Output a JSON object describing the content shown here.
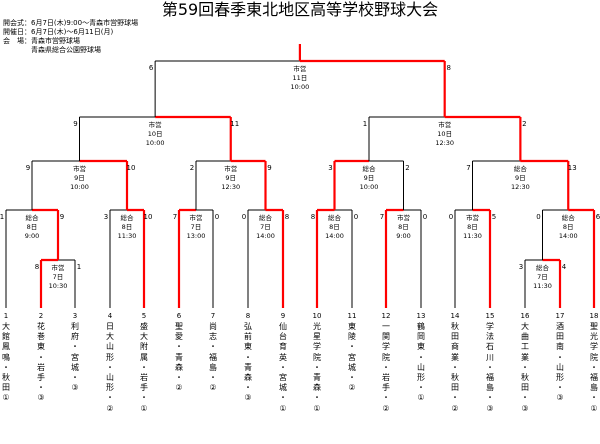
{
  "title": "第59回春季東北地区高等学校野球大会",
  "info": [
    "開会式：6月7日(木)9:00～青森市営野球場",
    "開催日：6月7日(木)～6月11日(月)",
    "会　場：青森市営野球場",
    "　　　　青森県総合公園野球場"
  ],
  "colors": {
    "win": "#ff0000",
    "lose": "#000000"
  },
  "teams": [
    {
      "no": "1",
      "chars": [
        "大",
        "館",
        "鳳",
        "鳴",
        "・",
        "秋",
        "田",
        "①"
      ]
    },
    {
      "no": "2",
      "chars": [
        "花",
        "巻",
        "東",
        "・",
        "岩",
        "手",
        "・",
        "③"
      ]
    },
    {
      "no": "3",
      "chars": [
        "利",
        "府",
        "・",
        "宮",
        "城",
        "・",
        "③"
      ]
    },
    {
      "no": "4",
      "chars": [
        "日",
        "大",
        "山",
        "形",
        "・",
        "山",
        "形",
        "・",
        "②"
      ]
    },
    {
      "no": "5",
      "chars": [
        "盛",
        "大",
        "附",
        "属",
        "・",
        "岩",
        "手",
        "・",
        "①"
      ]
    },
    {
      "no": "6",
      "chars": [
        "聖",
        "愛",
        "・",
        "青",
        "森",
        "・",
        "②"
      ]
    },
    {
      "no": "7",
      "chars": [
        "尚",
        "志",
        "・",
        "福",
        "島",
        "・",
        "②"
      ]
    },
    {
      "no": "8",
      "chars": [
        "弘",
        "前",
        "東",
        "・",
        "青",
        "森",
        "・",
        "③"
      ]
    },
    {
      "no": "9",
      "chars": [
        "仙",
        "台",
        "育",
        "英",
        "・",
        "宮",
        "城",
        "・",
        "①"
      ]
    },
    {
      "no": "10",
      "chars": [
        "光",
        "星",
        "学",
        "院",
        "・",
        "青",
        "森",
        "・",
        "①"
      ]
    },
    {
      "no": "11",
      "chars": [
        "東",
        "陵",
        "・",
        "宮",
        "城",
        "・",
        "②"
      ]
    },
    {
      "no": "12",
      "chars": [
        "一",
        "関",
        "学",
        "院",
        "・",
        "岩",
        "手",
        "・",
        "②"
      ]
    },
    {
      "no": "13",
      "chars": [
        "鶴",
        "岡",
        "東",
        "・",
        "山",
        "形",
        "・",
        "①"
      ]
    },
    {
      "no": "14",
      "chars": [
        "秋",
        "田",
        "商",
        "業",
        "・",
        "秋",
        "田",
        "・",
        "②"
      ]
    },
    {
      "no": "15",
      "chars": [
        "学",
        "法",
        "石",
        "川",
        "・",
        "福",
        "島",
        "・",
        "③"
      ]
    },
    {
      "no": "16",
      "chars": [
        "大",
        "曲",
        "工",
        "業",
        "・",
        "秋",
        "田",
        "・",
        "③"
      ]
    },
    {
      "no": "17",
      "chars": [
        "酒",
        "田",
        "南",
        "・",
        "山",
        "形",
        "・",
        "③"
      ]
    },
    {
      "no": "18",
      "chars": [
        "聖",
        "光",
        "学",
        "院",
        "・",
        "福",
        "島",
        "・",
        "①"
      ]
    }
  ],
  "matches": [
    {
      "id": "r1a",
      "lines": [
        "市営",
        "7日",
        "10:30"
      ],
      "scores": [
        "8",
        "1"
      ]
    },
    {
      "id": "r1b",
      "lines": [
        "総合",
        "7日",
        "11:30"
      ],
      "scores": [
        "3",
        "4"
      ]
    },
    {
      "id": "r2a",
      "lines": [
        "総合",
        "8日",
        "9:00"
      ],
      "scores": [
        "1",
        "9"
      ]
    },
    {
      "id": "r2b",
      "lines": [
        "総合",
        "8日",
        "11:30"
      ],
      "scores": [
        "3",
        "10"
      ]
    },
    {
      "id": "r2c",
      "lines": [
        "市営",
        "7日",
        "13:00"
      ],
      "scores": [
        "7",
        "0"
      ]
    },
    {
      "id": "r2d",
      "lines": [
        "総合",
        "7日",
        "14:00"
      ],
      "scores": [
        "0",
        "8"
      ]
    },
    {
      "id": "r2e",
      "lines": [
        "総合",
        "8日",
        "14:00"
      ],
      "scores": [
        "8",
        "0"
      ]
    },
    {
      "id": "r2f",
      "lines": [
        "市営",
        "8日",
        "9:00"
      ],
      "scores": [
        "7",
        "0"
      ]
    },
    {
      "id": "r2g",
      "lines": [
        "市営",
        "8日",
        "11:30"
      ],
      "scores": [
        "0",
        "5"
      ]
    },
    {
      "id": "r2h",
      "lines": [
        "総合",
        "8日",
        "14:00"
      ],
      "scores": [
        "0",
        "6"
      ]
    },
    {
      "id": "qfa",
      "lines": [
        "市営",
        "9日",
        "10:00"
      ],
      "scores": [
        "9",
        "10"
      ]
    },
    {
      "id": "qfb",
      "lines": [
        "市営",
        "9日",
        "12:30"
      ],
      "scores": [
        "2",
        "9"
      ]
    },
    {
      "id": "qfc",
      "lines": [
        "総合",
        "9日",
        "10:00"
      ],
      "scores": [
        "3",
        "2"
      ]
    },
    {
      "id": "qfd",
      "lines": [
        "総合",
        "9日",
        "12:30"
      ],
      "scores": [
        "7",
        "13"
      ]
    },
    {
      "id": "sfa",
      "lines": [
        "市営",
        "10日",
        "10:00"
      ],
      "scores": [
        "9",
        "11"
      ]
    },
    {
      "id": "sfb",
      "lines": [
        "市営",
        "10日",
        "12:30"
      ],
      "scores": [
        "1",
        "2"
      ]
    },
    {
      "id": "final",
      "lines": [
        "市営",
        "11日",
        "10:00"
      ],
      "scores": [
        "6",
        "8"
      ]
    }
  ]
}
